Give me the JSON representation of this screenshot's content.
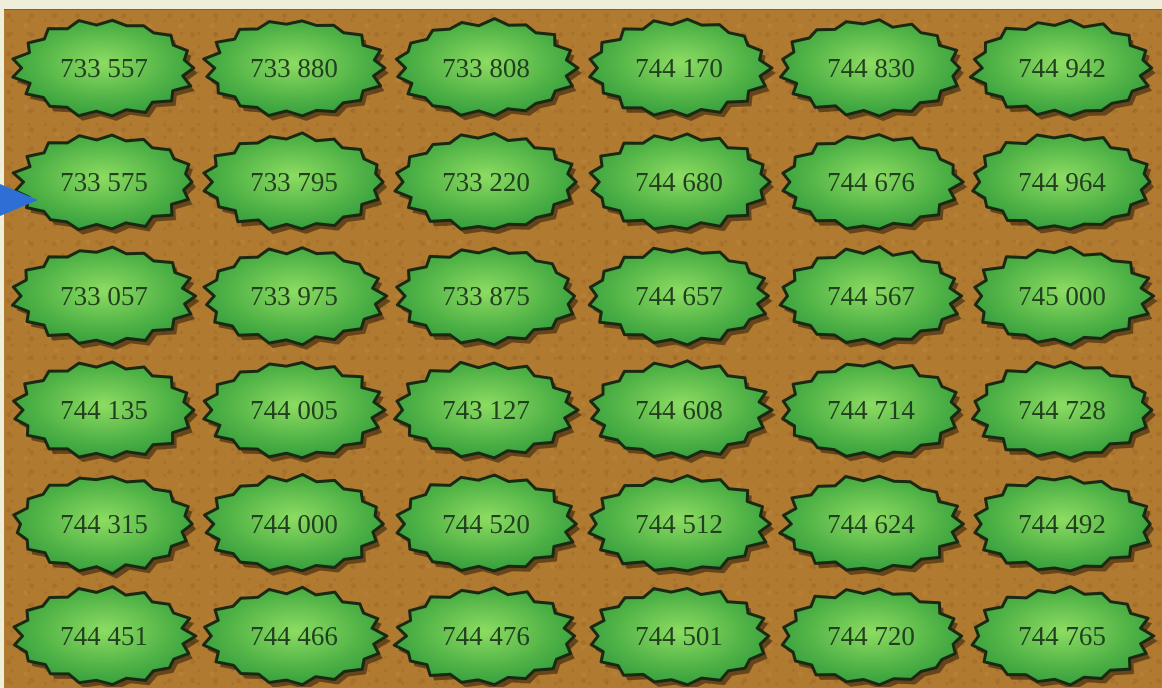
{
  "board": {
    "rows": [
      [
        "733 557",
        "733 880",
        "733 808",
        "744 170",
        "744 830",
        "744 942"
      ],
      [
        "733 575",
        "733 795",
        "733 220",
        "744 680",
        "744 676",
        "744 964"
      ],
      [
        "733 057",
        "733 975",
        "733 875",
        "744 657",
        "744 567",
        "745 000"
      ],
      [
        "744 135",
        "744 005",
        "743 127",
        "744 608",
        "744 714",
        "744 728"
      ],
      [
        "744 315",
        "744 000",
        "744 520",
        "744 512",
        "744 624",
        "744 492"
      ],
      [
        "744 451",
        "744 466",
        "744 476",
        "744 501",
        "744 720",
        "744 765"
      ]
    ],
    "start_pointer_row": 1
  },
  "icons": {
    "pad": "lily-pad-icon",
    "pointer": "arrow-right-icon"
  },
  "colors": {
    "background": "#b17a31",
    "pad_fill_center": "#7fd25a",
    "pad_fill_edge": "#2f9a3c",
    "pad_outline": "#1a2a12",
    "pad_text": "#21401f",
    "pointer": "#2e6fd6"
  }
}
